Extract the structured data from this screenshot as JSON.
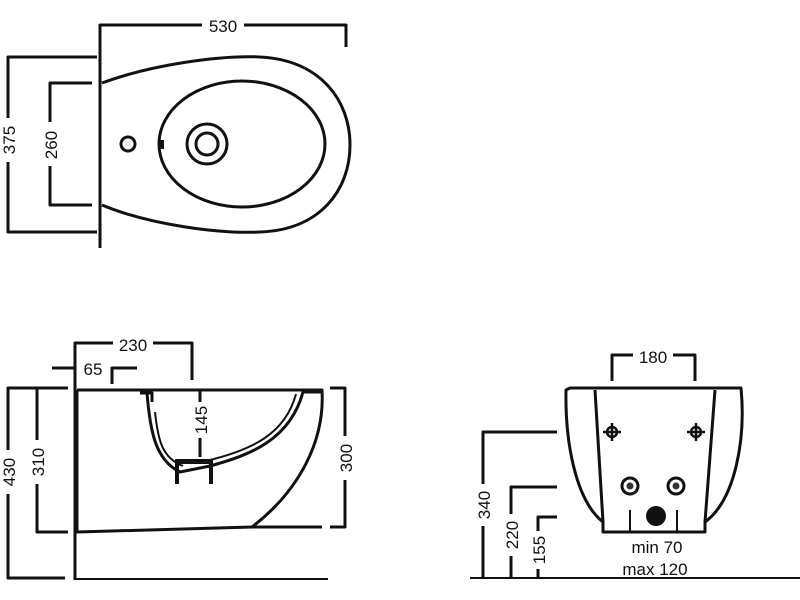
{
  "top_view": {
    "width_label": "530",
    "depth_label": "375",
    "fixing_label": "260"
  },
  "side_view": {
    "overall_depth_label": "230",
    "tap_offset_label": "65",
    "height_label": "430",
    "fixing_height_label": "310",
    "bowl_height_label": "300",
    "bowl_depth_label": "145"
  },
  "front_view": {
    "fixing_spacing_label": "180",
    "supply_height_label": "340",
    "waste_height_label": "220",
    "floor_offset_label": "155",
    "min_label": "min 70",
    "max_label": "max 120"
  }
}
